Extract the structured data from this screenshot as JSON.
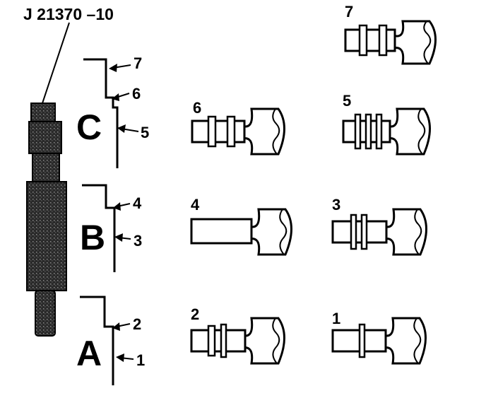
{
  "tool": {
    "label": "J 21370 –10"
  },
  "sections": [
    {
      "letter": "C",
      "callouts": [
        "7",
        "6",
        "5"
      ]
    },
    {
      "letter": "B",
      "callouts": [
        "4",
        "3"
      ]
    },
    {
      "letter": "A",
      "callouts": [
        "2",
        "1"
      ]
    }
  ],
  "positions": [
    {
      "label": "7"
    },
    {
      "label": "6"
    },
    {
      "label": "5"
    },
    {
      "label": "4"
    },
    {
      "label": "3"
    },
    {
      "label": "2"
    },
    {
      "label": "1"
    }
  ],
  "colors": {
    "ink": "#000000",
    "background": "#ffffff",
    "knurl": "#2a2a2a"
  }
}
